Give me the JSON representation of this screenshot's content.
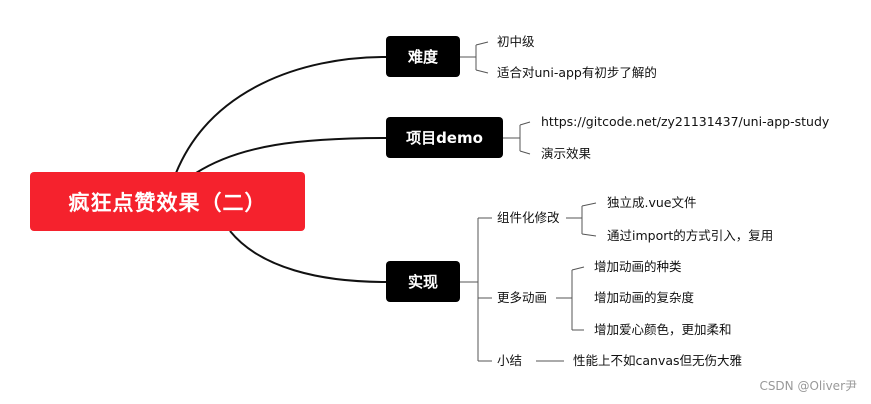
{
  "root": {
    "label": "疯狂点赞效果（二）",
    "color": "#f5222d"
  },
  "topics": [
    {
      "label": "难度",
      "leaves": [
        "初中级",
        "适合对uni-app有初步了解的"
      ]
    },
    {
      "label": "项目demo",
      "leaves": [
        "https://gitcode.net/zy21131437/uni-app-study",
        "演示效果"
      ]
    },
    {
      "label": "实现",
      "subtopics": [
        {
          "label": "组件化修改",
          "leaves": [
            "独立成.vue文件",
            "通过import的方式引入，复用"
          ]
        },
        {
          "label": "更多动画",
          "leaves": [
            "增加动画的种类",
            "增加动画的复杂度",
            "增加爱心颜色，更加柔和"
          ]
        },
        {
          "label": "小结",
          "leaves": [
            "性能上不如canvas但无伤大雅"
          ]
        }
      ]
    }
  ],
  "watermark": "CSDN @Oliver尹"
}
